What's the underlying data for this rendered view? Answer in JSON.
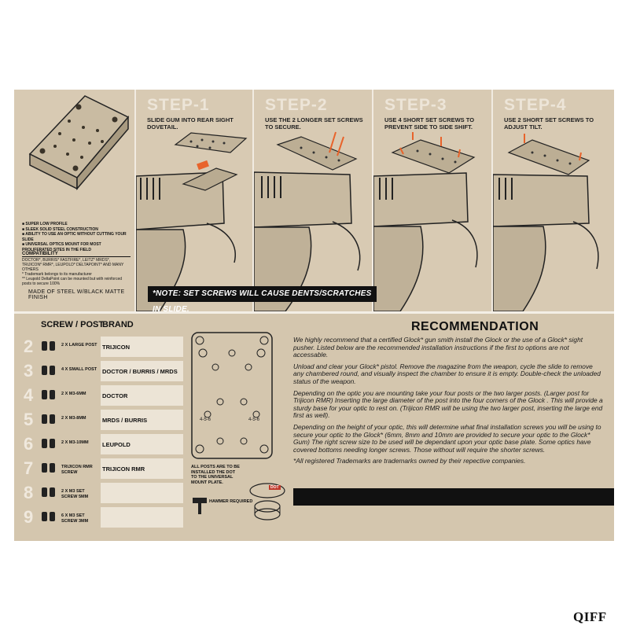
{
  "steps": [
    {
      "title": "STEP-1",
      "text": "SLIDE GUM INTO REAR SIGHT DOVETAIL."
    },
    {
      "title": "STEP-2",
      "text": "USE THE 2 LONGER SET SCREWS TO SECURE."
    },
    {
      "title": "STEP-3",
      "text": "USE 4 SHORT SET SCREWS TO PREVENT SIDE TO SIDE SHIFT."
    },
    {
      "title": "STEP-4",
      "text": "USE 2 SHORT SET SCREWS TO ADJUST TILT."
    }
  ],
  "features": [
    "SUPER LOW PROFILE",
    "SLEEK SOLID STEEL CONSTRUCTION",
    "ABILITY TO USE AN OPTIC WITHOUT CUTTING YOUR SLIDE",
    "UNIVERSAL OPTICS MOUNT FOR MOST PROLIFERATED SITES IN THE FIELD"
  ],
  "compatibility": {
    "heading": "COMPATIBILITY",
    "line1": "DOCTOR*, BURRIS* FASTFIRE*, LEITZ* MRDS*, TRIJICON* RMR*, LEUPOLD* DELTAPOINT* AND MANY OTHERS",
    "note1": "* Trademark belongs to its manufacturer",
    "note2": "** Leupold DeltaPoint can be mounted but with reinforced posts to secure 100%"
  },
  "material": "MADE OF STEEL W/BLACK MATTE FINISH",
  "note": "*NOTE: SET SCREWS WILL CAUSE DENTS/SCRATCHES IN SLIDE.",
  "table": {
    "header_screw": "SCREW / POST",
    "header_brand": "BRAND",
    "rows": [
      {
        "num": "2",
        "qty": "2 X LARGE POST",
        "brand": "TRIJICON"
      },
      {
        "num": "3",
        "qty": "4 X SMALL POST",
        "brand": "DOCTOR / BURRIS / MRDS"
      },
      {
        "num": "4",
        "qty": "2 X M3-6MM",
        "brand": "DOCTOR"
      },
      {
        "num": "5",
        "qty": "2 X M3-8MM",
        "brand": "MRDS / BURRIS"
      },
      {
        "num": "6",
        "qty": "2 X M3-10MM",
        "brand": "LEUPOLD"
      },
      {
        "num": "7",
        "qty": "TRIJICON RMR SCREW",
        "brand": "TRIJICON RMR"
      },
      {
        "num": "8",
        "qty": "2 X M3 SET SCREW 5MM",
        "brand": ""
      },
      {
        "num": "9",
        "qty": "6 X M3 SET SCREW 3MM",
        "brand": ""
      }
    ]
  },
  "plate_note": "ALL POSTS ARE TO BE INSTALLED THE DOT TO THE UNIVERSAL MOUNT PLATE.",
  "hammer_label": "HAMMER REQUIRED",
  "dot_label": "DOT",
  "plate_labels": {
    "a": "4-5-6",
    "b": "4-5-6"
  },
  "recommendation": {
    "title": "RECOMMENDATION",
    "p1": "We highly recommend that a certified Glock* gun smith install the Glock        or the use of a Glock* sight pusher. Listed below are the recommended installation instructions if the first to options are not accessable.",
    "p2": "Unload and clear your Glock* pistol. Remove the magazine from the weapon, cycle the slide to remove any chambered round, and visually inspect the chamber to ensure it is empty. Double-check the unloaded status of the weapon.",
    "p3": "Depending on the optic you are mounting take your four posts or the two larger posts. (Larger post for Trijicon RMR) Inserting the large diameter of the post into the four corners of the Glock .         This will provide a sturdy base for your optic to rest on. (Trijicon RMR will be using the two larger post, inserting the large end first as well).",
    "p4": "Depending on the height of your optic, this will determine what final installation screws you will be using to secure your optic to the Glock*          (6mm, 8mm and 10mm are provided to secure your optic to the Glock* Gum) The right screw size to be used will be dependant upon your optic base plate. Some optics have covered bottoms needing longer screws. Those without will require the shorter screws.",
    "p5": "*All registered Trademarks are trademarks owned by their repective companies."
  },
  "logo": "QIFF",
  "colors": {
    "background": "#d6c8b1",
    "accent": "#e8632b",
    "black": "#111111"
  }
}
